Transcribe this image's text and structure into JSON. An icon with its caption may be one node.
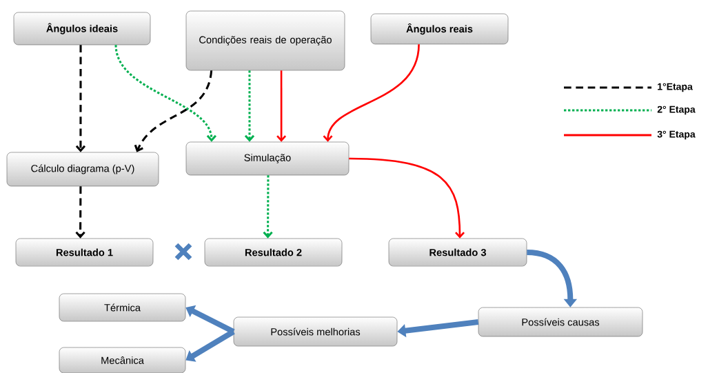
{
  "diagram": {
    "nodes": [
      {
        "text": [
          "Ângulos ideais"
        ]
      },
      {
        "text": [
          "Condições reais de operação"
        ]
      },
      {
        "text": [
          "Ângulos reais"
        ]
      },
      {
        "text": [
          "Cálculo diagrama (p-V)"
        ]
      },
      {
        "text": [
          "Simulação"
        ]
      },
      {
        "text": [
          "Resultado 1"
        ]
      },
      {
        "text": [
          "Resultado 2"
        ]
      },
      {
        "text": [
          "Resultado 3"
        ]
      },
      {
        "text": [
          "Possíveis causas"
        ]
      },
      {
        "text": [
          "Possíveis melhorias"
        ]
      },
      {
        "text": [
          "Térmica"
        ]
      },
      {
        "text": [
          "Mecânica"
        ]
      }
    ],
    "edges": [
      {
        "from": 0,
        "to": 3,
        "arrow": "to",
        "style": "dashed",
        "color": "#000000"
      },
      {
        "from": 1,
        "to": 3,
        "arrow": "to",
        "style": "dashed",
        "color": "#000000"
      },
      {
        "from": 0,
        "to": 4,
        "arrow": "to",
        "style": "dashed",
        "color": "#00b050"
      },
      {
        "from": 1,
        "to": 4,
        "arrow": "to",
        "style": "dashed",
        "color": "#00b050"
      },
      {
        "from": 1,
        "to": 4,
        "arrow": "to",
        "color": "#ff0000"
      },
      {
        "from": 2,
        "to": 4,
        "arrow": "to",
        "color": "#ff0000"
      },
      {
        "from": 3,
        "to": 5,
        "arrow": "to",
        "style": "dashed",
        "color": "#000000"
      },
      {
        "from": 4,
        "to": 6,
        "arrow": "to",
        "style": "dashed",
        "color": "#00b050"
      },
      {
        "from": 4,
        "to": 7,
        "arrow": "to",
        "color": "#ff0000"
      },
      {
        "from": 7,
        "to": 8,
        "arrow": "to",
        "style": "thick",
        "color": "#4f81bd"
      },
      {
        "from": 8,
        "to": 9,
        "arrow": "to",
        "style": "thick",
        "color": "#4f81bd"
      },
      {
        "from": 9,
        "to": 10,
        "arrow": "to",
        "style": "thick",
        "color": "#4f81bd"
      },
      {
        "from": 9,
        "to": 11,
        "arrow": "to",
        "style": "thick",
        "color": "#4f81bd"
      }
    ],
    "legend": [
      {
        "text": "1°Etapa"
      },
      {
        "text": "2° Etapa"
      },
      {
        "text": "3° Etapa"
      }
    ]
  }
}
